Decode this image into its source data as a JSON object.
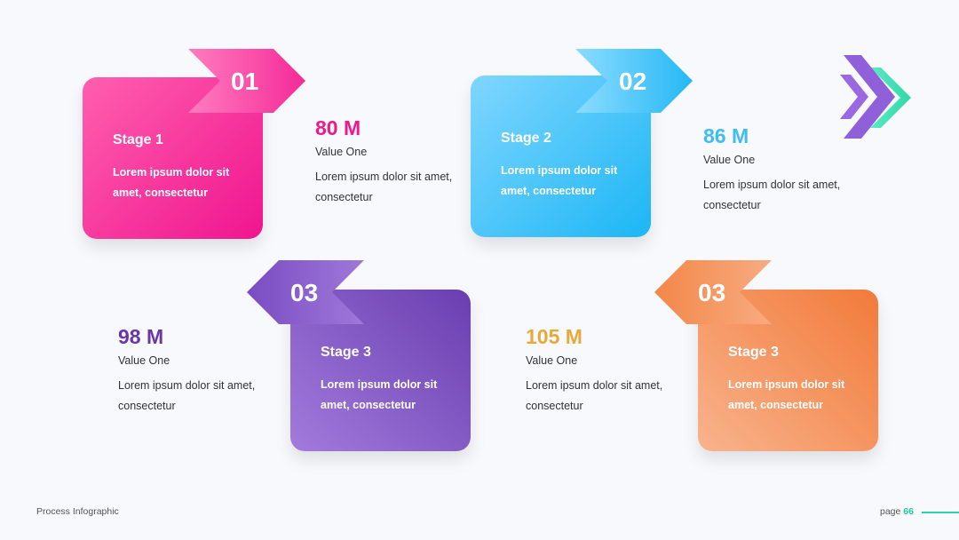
{
  "stages": [
    {
      "number": "01",
      "title": "Stage 1",
      "desc": "Lorem ipsum dolor sit amet, consectetur",
      "value": "80 M",
      "label": "Value One",
      "info_desc": "Lorem ipsum dolor sit amet, consectetur",
      "color": "#ec1a8c",
      "colors": [
        "#ff5fae",
        "#f0158f"
      ]
    },
    {
      "number": "02",
      "title": "Stage 2",
      "desc": "Lorem ipsum dolor sit amet, consectetur",
      "value": "86 M",
      "label": "Value One",
      "info_desc": "Lorem ipsum dolor sit amet, consectetur",
      "color": "#3fbdf0",
      "colors": [
        "#7fd6ff",
        "#1cb6f4"
      ]
    },
    {
      "number": "03",
      "title": "Stage 3",
      "desc": "Lorem ipsum dolor sit amet, consectetur",
      "value": "98 M",
      "label": "Value One",
      "info_desc": "Lorem ipsum dolor sit amet, consectetur",
      "color": "#6a36a8",
      "colors": [
        "#a27bdc",
        "#6a3eb0"
      ]
    },
    {
      "number": "03",
      "title": "Stage 3",
      "desc": "Lorem ipsum dolor sit amet, consectetur",
      "value": "105 M",
      "label": "Value One",
      "info_desc": "Lorem ipsum dolor sit amet, consectetur",
      "color": "#e8a93b",
      "colors": [
        "#f8b38c",
        "#f27a3a"
      ]
    }
  ],
  "footer": {
    "title": "Process Infographic",
    "page_prefix": "page",
    "page_number": "66"
  },
  "decor": {
    "icon": "chevron-arrows-icon",
    "colors": [
      "#8a56d8",
      "#3ae0b2"
    ]
  }
}
